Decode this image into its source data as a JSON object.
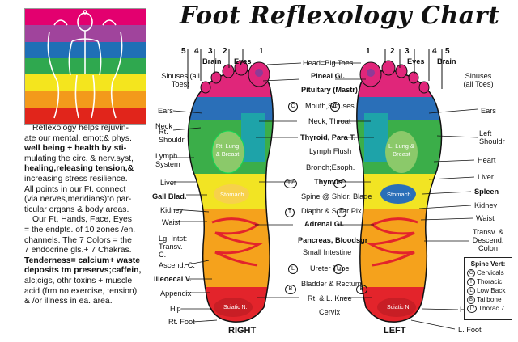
{
  "title": "Foot Reflexology Chart",
  "chakra_colors": [
    "#e3006f",
    "#a0449c",
    "#1f6fb6",
    "#2fa84f",
    "#f4e51e",
    "#f39a1b",
    "#e1251b"
  ],
  "zone_colors": {
    "pink": "#e0267a",
    "purple": "#8e3b97",
    "blue": "#2a6fb8",
    "teal": "#1ea3a9",
    "green": "#3bae49",
    "yellow": "#f2e423",
    "orange": "#f5a21c",
    "red": "#e3242b"
  },
  "blurb": [
    "Reflexology helps rejuvin-",
    "ate our mental, emot;& phys.",
    "well being + health by sti-",
    "mulating the circ. & nerv.syst,",
    "healing,releasing tension,&",
    "increasing stress resilience.",
    "All points in our Ft. connect",
    "(via nerves,meridians)to par-",
    "ticular organs & body areas.",
    "Our Ft, Hands, Face, Eyes",
    "= the endpts. of 10 zones /en.",
    "channels. The 7 Colors = the",
    "7 endocrine gls.+ 7 Chakras.",
    "Tenderness= calcium+ waste",
    "deposits tm preservs;caffein,",
    "alc;cigs, othr toxins + muscle",
    "acid (frm no exercise, tension)",
    "& /or illness in ea. area."
  ],
  "zone_numbers_right": [
    "5",
    "4",
    "3",
    "2",
    "1"
  ],
  "zone_numbers_left": [
    "1",
    "2",
    "3",
    "4",
    "5"
  ],
  "right_foot_labels": [
    "Sinuses (all Toes)",
    "Ears",
    "Neck",
    "Rt. Shouldr",
    "Lymph System",
    "Liver",
    "Gall Blad.",
    "Kidney",
    "Waist",
    "Lg. Intst: Transv. C.",
    "Ascend. C.",
    "Illeoecal V.",
    "Appendix",
    "Hip",
    "Rt. Foot",
    "Brain",
    "Eyes"
  ],
  "left_foot_labels": [
    "Sinuses (all Toes)",
    "Ears",
    "Left Shouldr",
    "Heart",
    "Liver",
    "Spleen",
    "Kidney",
    "Waist",
    "Transv. & Descend. Colon",
    "Hip",
    "L. Foot",
    "Eyes",
    "Brain"
  ],
  "center_labels": [
    "Head=Big Toes",
    "Pineal Gl.",
    "Pituitary (Mastr)",
    "Mouth,Sinuses",
    "Neck, Throat",
    "Thyroid, Para T.",
    "Lymph Flush",
    "Bronch;Esoph.",
    "Thymus",
    "Spine @ Shldr. Blade",
    "Diaphr.& Solar Plx.",
    "Adrenal Gl.",
    "Pancreas, Bloodsgr",
    "Small Intestine",
    "Ureter Tube",
    "Bladder & Rectum",
    "Rt. & L. Knee",
    "Cervix"
  ],
  "foot_inner_labels": [
    "Rt. Lung & Breast",
    "Stomach",
    "Sciatic N.",
    "L. Lung & Breast",
    "Stomach",
    "Sciatic N."
  ],
  "circle_markers": [
    "C",
    "T",
    "L",
    "B",
    "T7"
  ],
  "foot_names": [
    "RIGHT",
    "LEFT"
  ],
  "legend": {
    "title": "Spine Vert:",
    "items": [
      {
        "mark": "C",
        "label": "Cervicals"
      },
      {
        "mark": "T",
        "label": "Thoracic"
      },
      {
        "mark": "L",
        "label": "Low Back"
      },
      {
        "mark": "B",
        "label": "Tailbone"
      },
      {
        "mark": "T7",
        "label": "Thorac.7"
      }
    ]
  }
}
